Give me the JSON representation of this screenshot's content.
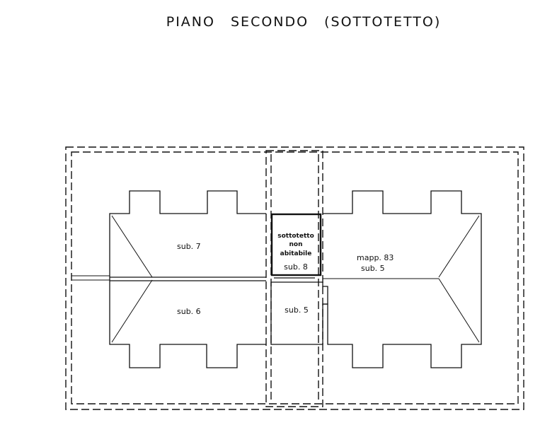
{
  "title": "PIANO SECONDO (SOTTOTETTO)",
  "rooms": {
    "sub7": "sub. 7",
    "sub6": "sub. 6",
    "sub5_center": "sub. 5",
    "sub8_line1": "sottotetto",
    "sub8_line2": "non",
    "sub8_line3": "abitabile",
    "sub8_label": "sub. 8",
    "mapp_line1": "mapp. 83",
    "mapp_line2": "sub. 5"
  }
}
